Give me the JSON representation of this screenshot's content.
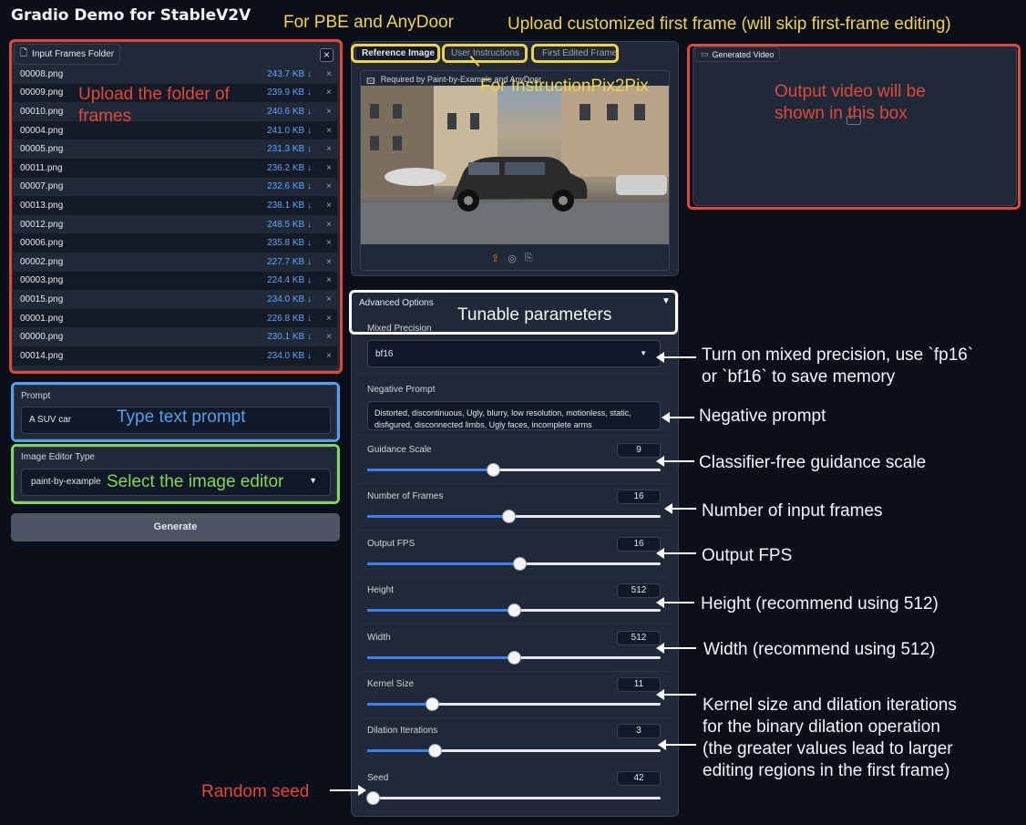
{
  "app": {
    "title": "Gradio Demo for StableV2V"
  },
  "input_frames": {
    "label": "Input Frames Folder",
    "close": "×",
    "files": [
      {
        "name": "00008.png",
        "size": "243.7 KB ↓"
      },
      {
        "name": "00009.png",
        "size": "239.9 KB ↓"
      },
      {
        "name": "00010.png",
        "size": "240.6 KB ↓"
      },
      {
        "name": "00004.png",
        "size": "241.0 KB ↓"
      },
      {
        "name": "00005.png",
        "size": "231.3 KB ↓"
      },
      {
        "name": "00011.png",
        "size": "236.2 KB ↓"
      },
      {
        "name": "00007.png",
        "size": "232.6 KB ↓"
      },
      {
        "name": "00013.png",
        "size": "238.1 KB ↓"
      },
      {
        "name": "00012.png",
        "size": "248.5 KB ↓"
      },
      {
        "name": "00006.png",
        "size": "235.8 KB ↓"
      },
      {
        "name": "00002.png",
        "size": "227.7 KB ↓"
      },
      {
        "name": "00003.png",
        "size": "224.4 KB ↓"
      },
      {
        "name": "00015.png",
        "size": "234.0 KB ↓"
      },
      {
        "name": "00001.png",
        "size": "226.8 KB ↓"
      },
      {
        "name": "00000.png",
        "size": "230.1 KB ↓"
      },
      {
        "name": "00014.png",
        "size": "234.0 KB ↓"
      }
    ],
    "remove": "×"
  },
  "prompt": {
    "label": "Prompt",
    "value": "A SUV car"
  },
  "editor": {
    "label": "Image Editor Type",
    "value": "paint-by-example"
  },
  "generate_label": "Generate",
  "tabs": [
    "Reference Image",
    "User Instructions",
    "First Edited Frame"
  ],
  "reference": {
    "label": "Required by Paint-by-Example and AnyDoor"
  },
  "generated_video": {
    "label": "Generated Video"
  },
  "advanced": {
    "title": "Advanced Options",
    "toggle": "▼",
    "mixed_precision_label": "Mixed Precision",
    "mixed_precision_value": "bf16",
    "negative_prompt_label": "Negative Prompt",
    "negative_prompt_value": "Distorted, discontinuous, Ugly, blurry, low resolution, motionless, static, disfigured, disconnected limbs, Ugly faces, incomplete arms"
  },
  "sliders": [
    {
      "label": "Guidance Scale",
      "value": "9",
      "fraction": 0.43
    },
    {
      "label": "Number of Frames",
      "value": "16",
      "fraction": 0.48
    },
    {
      "label": "Output FPS",
      "value": "16",
      "fraction": 0.52
    },
    {
      "label": "Height",
      "value": "512",
      "fraction": 0.5
    },
    {
      "label": "Width",
      "value": "512",
      "fraction": 0.5
    },
    {
      "label": "Kernel Size",
      "value": "11",
      "fraction": 0.22
    },
    {
      "label": "Dilation Iterations",
      "value": "3",
      "fraction": 0.23
    },
    {
      "label": "Seed",
      "value": "42",
      "fraction": 0.02
    }
  ],
  "annotations": {
    "upload_folder": "Upload the folder of\nframes",
    "type_prompt": "Type text prompt",
    "select_editor": "Select the image editor",
    "pbe": "For PBE and AnyDoor",
    "instructpix": "For InstructionPix2Pix",
    "upload_first": "Upload customized first frame (will skip first-frame editing)",
    "output_video": "Output video will be\nshown in this box",
    "tunable": "Tunable parameters",
    "mixed": "Turn on mixed precision, use `fp16`\nor `bf16` to save memory",
    "negative": "Negative prompt",
    "guidance": "Classifier-free guidance scale",
    "frames": "Number of input frames",
    "fps": "Output FPS",
    "height": "Height (recommend using 512)",
    "width": "Width (recommend using 512)",
    "kernel": "Kernel size and dilation iterations\nfor the binary dilation operation\n(the greater values lead to larger\nediting regions in the first frame)",
    "seed": "Random seed"
  },
  "colors": {
    "red": "#e0483a",
    "blue": "#4ea3f0",
    "green": "#7fd858",
    "yellow": "#f0d34a",
    "white": "#ffffff"
  }
}
